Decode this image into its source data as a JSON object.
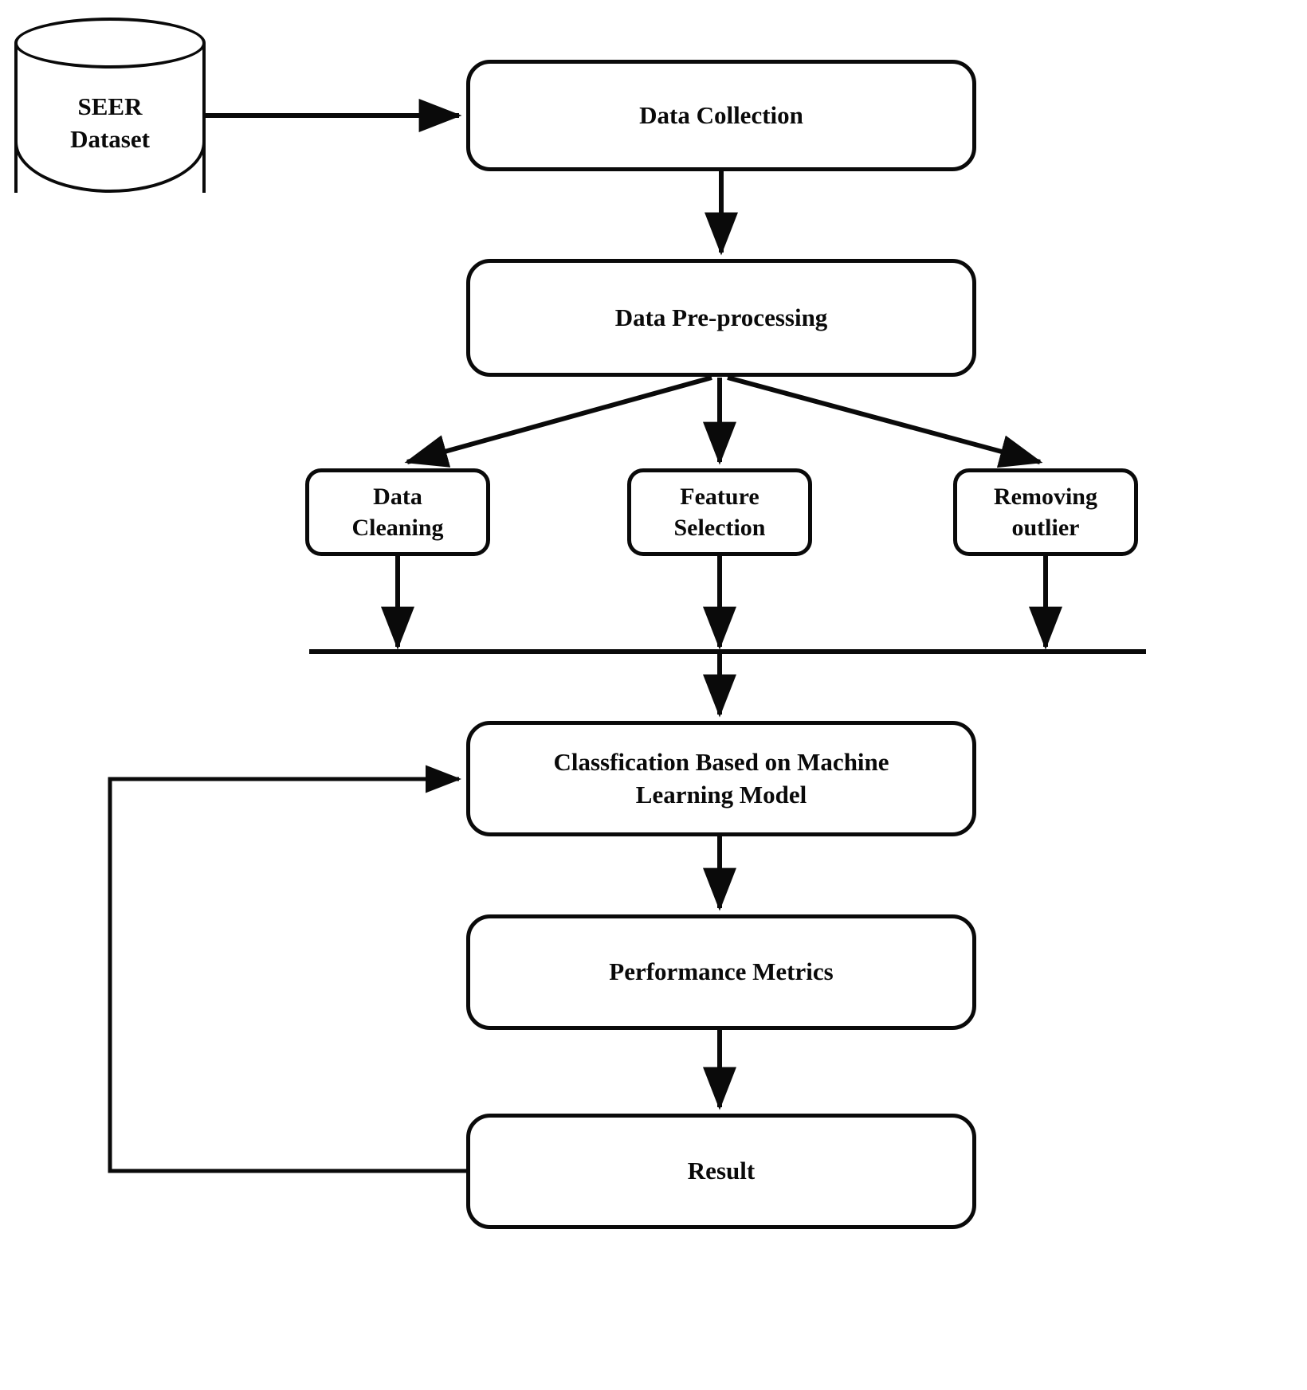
{
  "diagram": {
    "title": "Machine Learning Methodology Flowchart",
    "stroke_color": "#0a0a0a",
    "background_color": "#ffffff"
  },
  "nodes": {
    "dataset": {
      "label": "SEER\nDataset",
      "shape": "cylinder"
    },
    "data_collection": {
      "label": "Data Collection",
      "shape": "rounded-rect"
    },
    "data_preprocessing": {
      "label": "Data Pre-processing",
      "shape": "rounded-rect"
    },
    "data_cleaning": {
      "label": "Data\nCleaning",
      "shape": "rounded-rect"
    },
    "feature_selection": {
      "label": "Feature\nSelection",
      "shape": "rounded-rect"
    },
    "removing_outlier": {
      "label": "Removing\noutlier",
      "shape": "rounded-rect"
    },
    "classification": {
      "label": "Classfication  Based on Machine\nLearning Model",
      "shape": "rounded-rect"
    },
    "performance_metrics": {
      "label": "Performance Metrics",
      "shape": "rounded-rect"
    },
    "result": {
      "label": "Result",
      "shape": "rounded-rect"
    }
  },
  "edges": [
    {
      "from": "dataset",
      "to": "data_collection",
      "type": "arrow-right"
    },
    {
      "from": "data_collection",
      "to": "data_preprocessing",
      "type": "arrow-down"
    },
    {
      "from": "data_preprocessing",
      "to": "data_cleaning",
      "type": "arrow-diagonal-left"
    },
    {
      "from": "data_preprocessing",
      "to": "feature_selection",
      "type": "arrow-down"
    },
    {
      "from": "data_preprocessing",
      "to": "removing_outlier",
      "type": "arrow-diagonal-right"
    },
    {
      "from": "data_cleaning",
      "to": "merge_bar",
      "type": "arrow-down"
    },
    {
      "from": "feature_selection",
      "to": "merge_bar",
      "type": "arrow-down"
    },
    {
      "from": "removing_outlier",
      "to": "merge_bar",
      "type": "arrow-down"
    },
    {
      "from": "merge_bar",
      "to": "classification",
      "type": "arrow-down"
    },
    {
      "from": "classification",
      "to": "performance_metrics",
      "type": "arrow-down"
    },
    {
      "from": "performance_metrics",
      "to": "result",
      "type": "arrow-down"
    },
    {
      "from": "result",
      "to": "classification",
      "type": "feedback-loop-left"
    }
  ]
}
